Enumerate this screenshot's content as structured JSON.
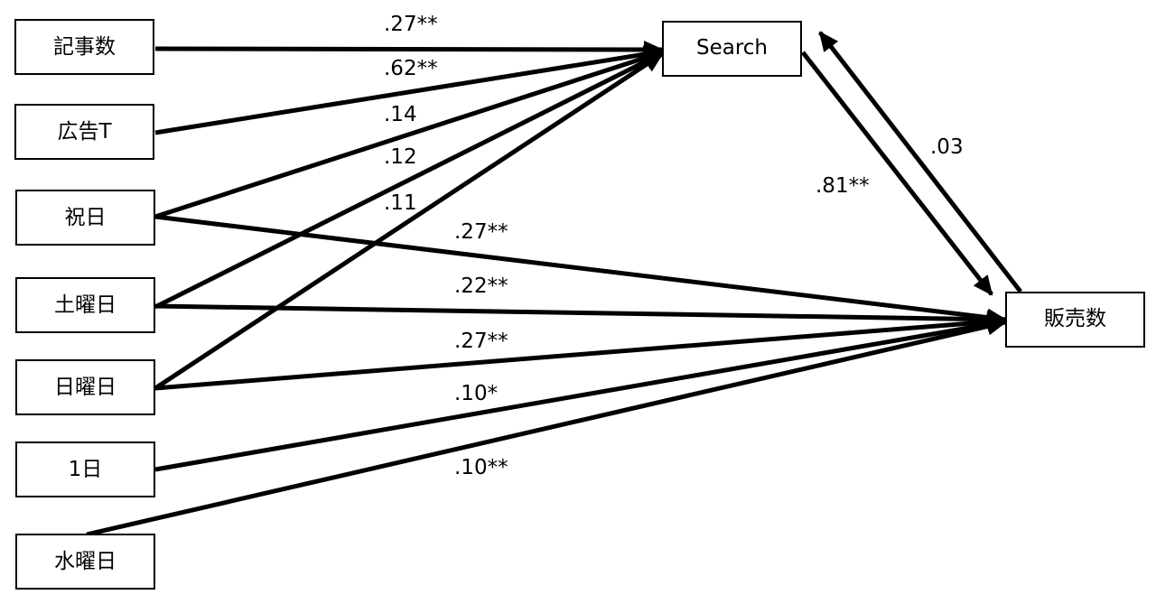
{
  "nodes": {
    "kiji": "記事数",
    "koukoku": "広告T",
    "shukujitsu": "祝日",
    "doyoubi": "土曜日",
    "nichiyoubi": "日曜日",
    "tsuitachi": "1日",
    "suiyoubi": "水曜日",
    "search": "Search",
    "sales": "販売数"
  },
  "edges": [
    {
      "from": "記事数",
      "to": "Search",
      "coefficient": ".27**"
    },
    {
      "from": "広告T",
      "to": "Search",
      "coefficient": ".62**"
    },
    {
      "from": "祝日",
      "to": "Search",
      "coefficient": ".14"
    },
    {
      "from": "土曜日",
      "to": "Search",
      "coefficient": ".12"
    },
    {
      "from": "日曜日",
      "to": "Search",
      "coefficient": ".11"
    },
    {
      "from": "祝日",
      "to": "販売数",
      "coefficient": ".27**"
    },
    {
      "from": "土曜日",
      "to": "販売数",
      "coefficient": ".22**"
    },
    {
      "from": "日曜日",
      "to": "販売数",
      "coefficient": ".27**"
    },
    {
      "from": "1日",
      "to": "販売数",
      "coefficient": ".10*"
    },
    {
      "from": "水曜日",
      "to": "販売数",
      "coefficient": ".10**"
    },
    {
      "from": "Search",
      "to": "販売数",
      "coefficient": ".81**"
    },
    {
      "from": "販売数",
      "to": "Search",
      "coefficient": ".03"
    }
  ],
  "colors": {
    "line": "#000000",
    "box_border": "#000000",
    "background": "#ffffff"
  }
}
